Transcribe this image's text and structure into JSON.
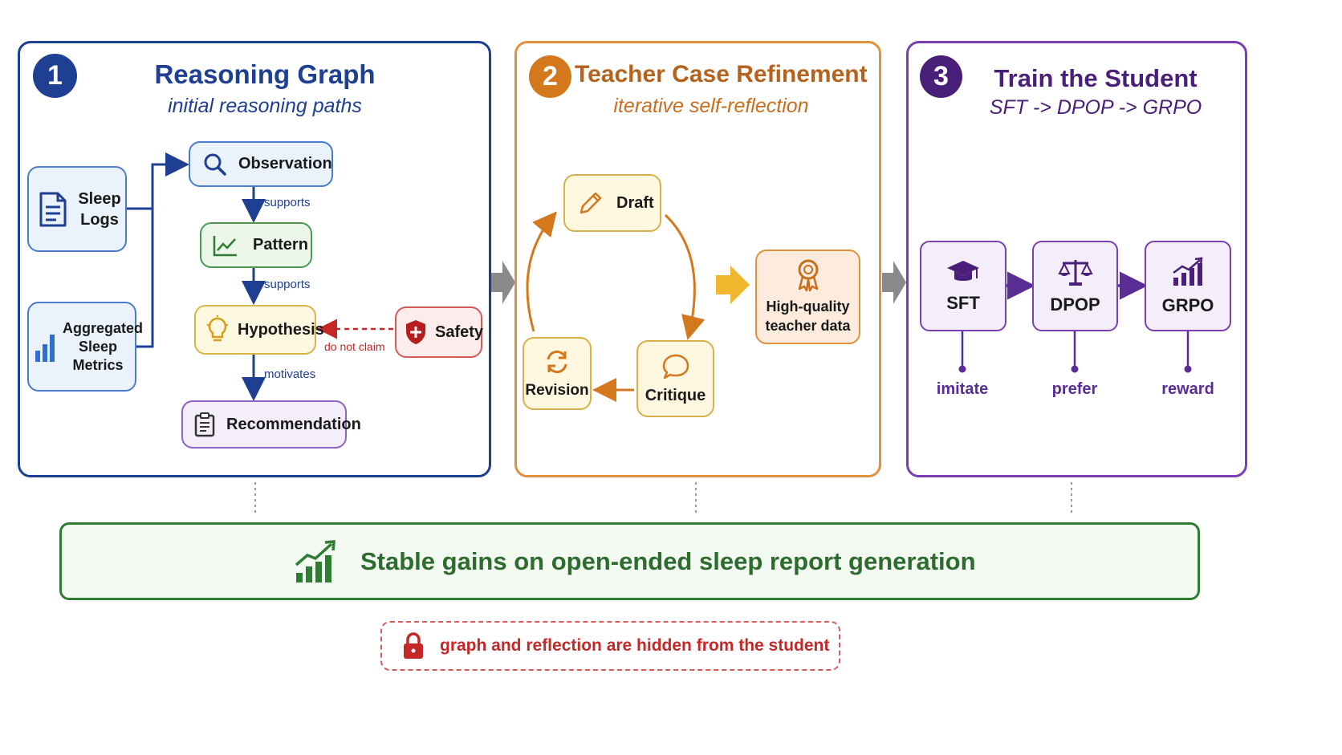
{
  "panel1": {
    "number": "1",
    "title": "Reasoning Graph",
    "subtitle": "initial reasoning paths",
    "inputs": {
      "sleep_logs": "Sleep Logs",
      "aggregated_metrics": "Aggregated Sleep Metrics"
    },
    "nodes": {
      "observation": "Observation",
      "pattern": "Pattern",
      "hypothesis": "Hypothesis",
      "recommendation": "Recommendation",
      "safety": "Safety"
    },
    "edges": {
      "obs_to_pattern": "supports",
      "pattern_to_hyp": "supports",
      "hyp_to_rec": "motivates",
      "safety_to_hyp": "do not claim"
    }
  },
  "panel2": {
    "number": "2",
    "title": "Teacher Case Refinement",
    "subtitle": "iterative self-reflection",
    "cycle": {
      "draft": "Draft",
      "critique": "Critique",
      "revision": "Revision"
    },
    "output": "High-quality teacher data"
  },
  "panel3": {
    "number": "3",
    "title": "Train the Student",
    "subtitle": "SFT -> DPOP -> GRPO",
    "stages": [
      {
        "name": "SFT",
        "label": "imitate",
        "icon": "graduation-cap-icon"
      },
      {
        "name": "DPOP",
        "label": "prefer",
        "icon": "scales-icon"
      },
      {
        "name": "GRPO",
        "label": "reward",
        "icon": "growth-chart-icon"
      }
    ]
  },
  "result": "Stable gains on open-ended sleep report generation",
  "note": "graph and reflection are hidden from the student",
  "colors": {
    "blue": "#1f3f93",
    "orange": "#d4781e",
    "purple": "#5a2c95",
    "green": "#2e7d32",
    "red": "#c62828"
  }
}
